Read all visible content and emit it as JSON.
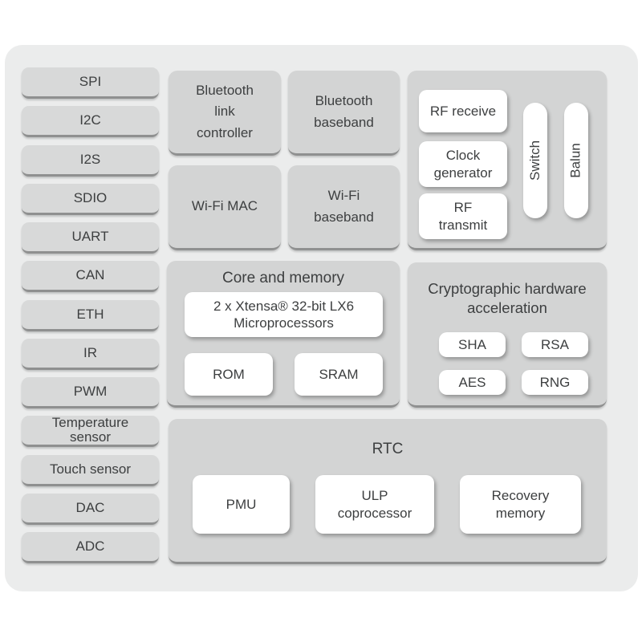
{
  "colors": {
    "page-bg": "#ffffff",
    "chip-bg": "#ebecec",
    "block-bg": "#d8d9d9",
    "section-bg": "#d3d4d4",
    "box-bg": "#ffffff",
    "edge": "#8f9090",
    "text": "#3d3f40"
  },
  "peripherals": [
    "SPI",
    "I2C",
    "I2S",
    "SDIO",
    "UART",
    "CAN",
    "ETH",
    "IR",
    "PWM",
    "Temperature\nsensor",
    "Touch sensor",
    "DAC",
    "ADC"
  ],
  "radio": {
    "bt_link": "Bluetooth\nlink\ncontroller",
    "bt_baseband": "Bluetooth\nbaseband",
    "wifi_mac": "Wi-Fi MAC",
    "wifi_baseband": "Wi-Fi\nbaseband"
  },
  "rf": {
    "receive": "RF receive",
    "clock": "Clock\ngenerator",
    "transmit": "RF\ntransmit",
    "switch": "Switch",
    "balun": "Balun"
  },
  "core": {
    "title": "Core and memory",
    "cpu": "2 x Xtensa® 32-bit LX6\nMicroprocessors",
    "rom": "ROM",
    "sram": "SRAM"
  },
  "crypto": {
    "title": "Cryptographic hardware\nacceleration",
    "sha": "SHA",
    "rsa": "RSA",
    "aes": "AES",
    "rng": "RNG"
  },
  "rtc": {
    "title": "RTC",
    "pmu": "PMU",
    "ulp": "ULP\ncoprocessor",
    "recovery": "Recovery\nmemory"
  }
}
